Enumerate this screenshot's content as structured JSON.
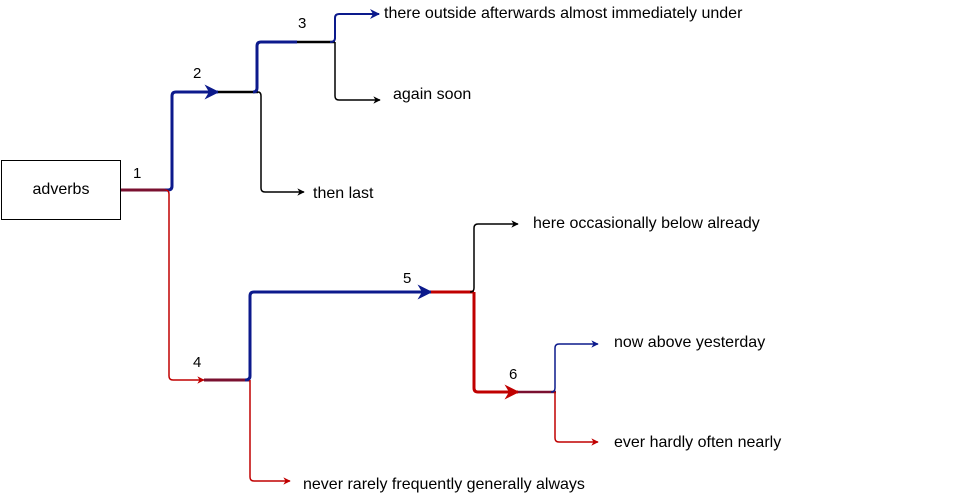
{
  "diagram": {
    "root": "adverbs",
    "colors": {
      "blue": "#0c1a8c",
      "red": "#c00000",
      "black": "#000000"
    },
    "nodes": {
      "n1": "1",
      "n2": "2",
      "n3": "3",
      "n4": "4",
      "n5": "5",
      "n6": "6"
    },
    "leaves": {
      "l3_blue": "there outside afterwards almost immediately under",
      "l3_black": "again soon",
      "l2_black": "then last",
      "l5_black": "here occasionally below already",
      "l6_blue": "now above yesterday",
      "l6_red": "ever hardly often nearly",
      "l4_red": "never rarely frequently generally always"
    }
  }
}
